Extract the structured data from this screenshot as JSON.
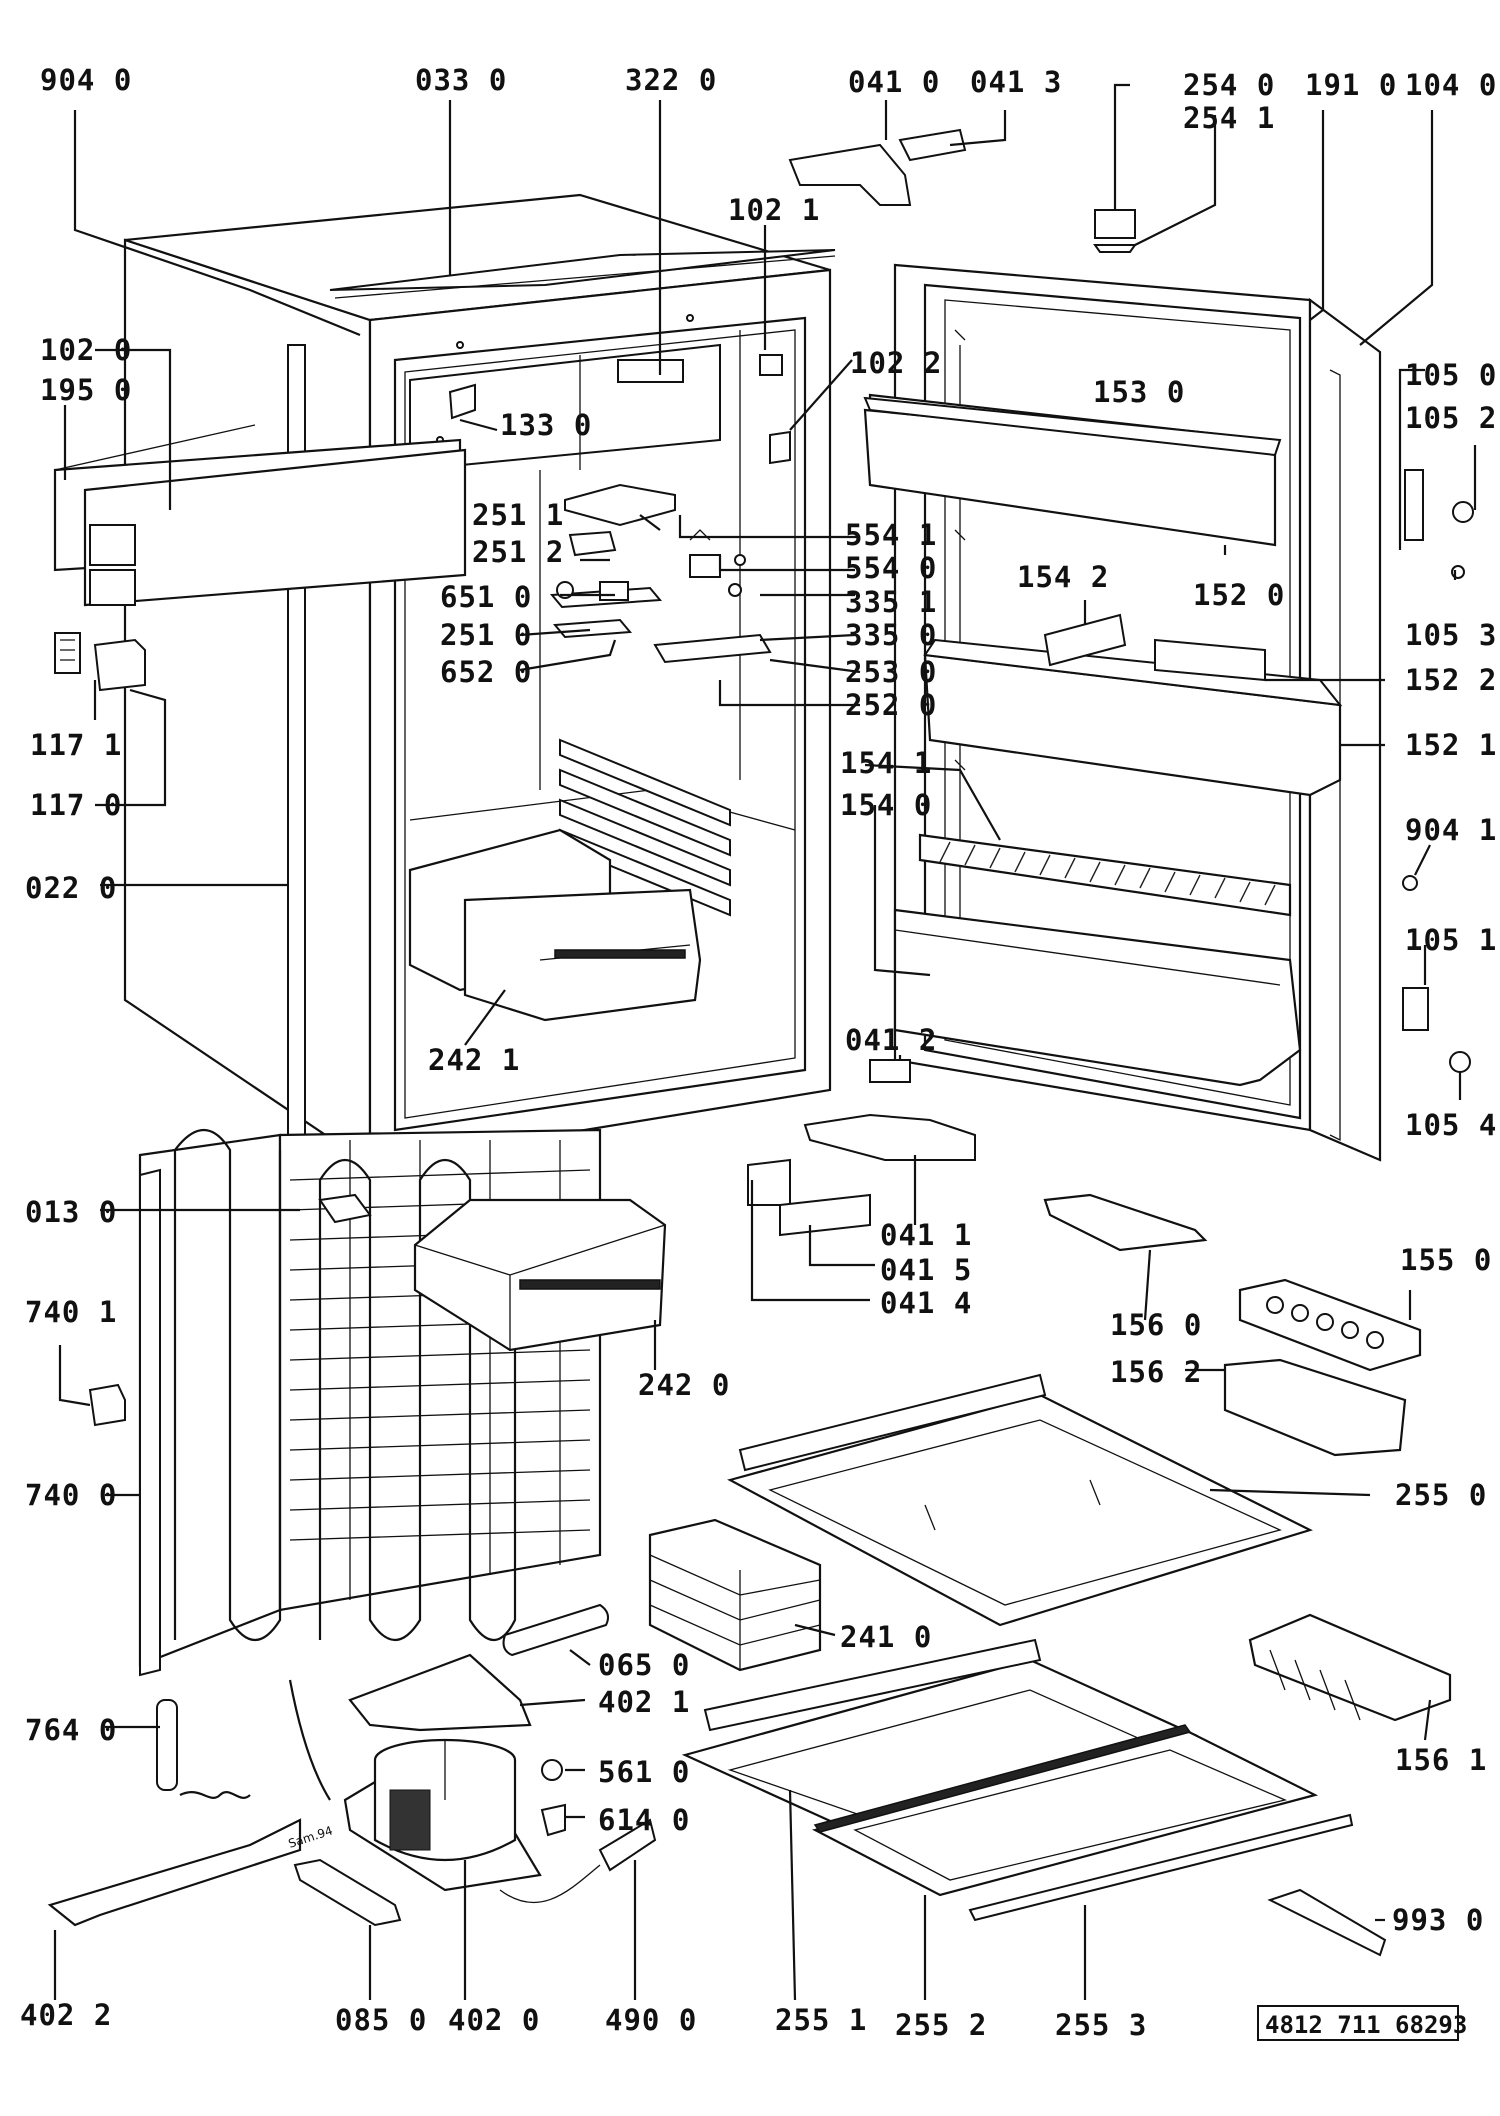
{
  "colors": {
    "ink": "#111111",
    "paper": "#ffffff"
  },
  "labels": {
    "p904_0": "904  0",
    "p033_0": "033 0",
    "p322_0": "322  0",
    "p041_0": "041  0",
    "p041_3": "041  3",
    "p254_0": "254  0",
    "p254_1": "254  1",
    "p191_0": "191  0",
    "p104_0": "104  0",
    "p102_1": "102  1",
    "p102_0": "102  0",
    "p195_0": "195  0",
    "p102_2": "102  2",
    "p133_0": "133  0",
    "p153_0": "153  0",
    "p105_0": "105  0",
    "p105_2": "105  2",
    "p251_1": "251  1",
    "p554_1": "554  1",
    "p251_2": "251  2",
    "p554_0": "554  0",
    "p651_0": "651  0",
    "p335_1": "335  1",
    "p154_2": "154  2",
    "p152_0": "152  0",
    "p105_3": "105  3",
    "p251_0": "251  0",
    "p335_0": "335  0",
    "p652_0": "652  0",
    "p253_0": "253  0",
    "p152_2": "152  2",
    "p252_0": "252  0",
    "p117_1": "117  1",
    "p152_1": "152  1",
    "p154_1": "154  1",
    "p117_0": "117  0",
    "p154_0": "154  0",
    "p904_1": "904  1",
    "p022_0": "022  0",
    "p105_1": "105  1",
    "p242_1": "242  1",
    "p041_2": "041  2",
    "p105_4": "105  4",
    "p013_0": "013  0",
    "p041_1": "041  1",
    "p041_5": "041  5",
    "p041_4": "041  4",
    "p155_0": "155  0",
    "p740_1": "740  1",
    "p156_0": "156  0",
    "p242_0": "242  0",
    "p156_2": "156  2",
    "p740_0": "740  0",
    "p255_0": "255  0",
    "p241_0": "241  0",
    "p065_0": "065  0",
    "p402_1": "402  1",
    "p764_0": "764  0",
    "p156_1": "156  1",
    "p561_0": "561  0",
    "p614_0": "614  0",
    "p993_0": "993  0",
    "p402_2": "402  2",
    "p085_0": "085  0",
    "p402_0": "402  0",
    "p490_0": "490  0",
    "p255_1": "255  1",
    "p255_2": "255  2",
    "p255_3": "255  3"
  },
  "doc_number": "4812  711  68293",
  "stamp": "Sam.94"
}
